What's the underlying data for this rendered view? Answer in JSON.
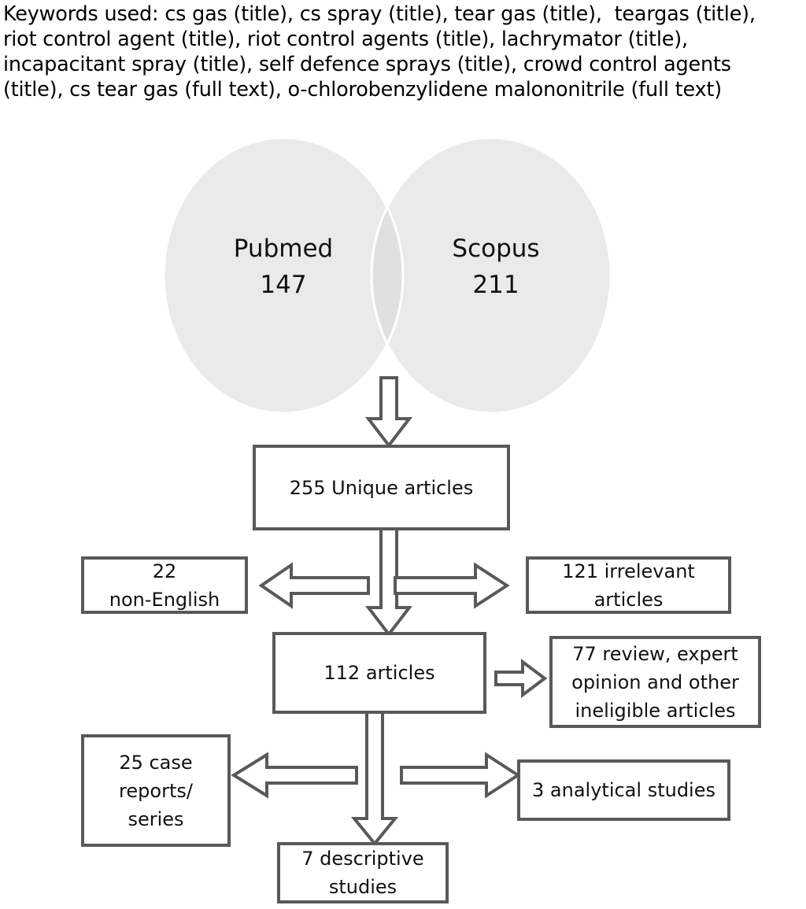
{
  "header": {
    "keywords_text": "Keywords used: cs gas (title), cs spray (title), tear gas (title),  teargas (title),\nriot control agent (title), riot control agents (title), lachrymator (title),\nincapacitant spray (title), self defence sprays (title), crowd control agents\n(title), cs tear gas (full text), o-chlorobenzylidene malononitrile (full text)"
  },
  "venn": {
    "left": {
      "name": "Pubmed",
      "count": "147",
      "label": "Pubmed\n147"
    },
    "right": {
      "name": "Scopus",
      "count": "211",
      "label": "Scopus\n211"
    },
    "circle_fill": "#eaeaea",
    "overlap_fill": "#e2e2e2",
    "separator_stroke": "#ffffff"
  },
  "flow": {
    "box_border_color": "#595959",
    "box_fill_color": "#ffffff",
    "arrow_stroke_color": "#595959",
    "arrow_fill_color": "#ffffff",
    "boxes": {
      "unique_articles": "255 Unique articles",
      "non_english": "22\nnon-English",
      "irrelevant": "121 irrelevant\narticles",
      "articles_112": "112 articles",
      "review_expert": "77 review, expert\nopinion and other\nineligible articles",
      "case_reports": "25 case\nreports/\nseries",
      "analytical": "3 analytical studies",
      "descriptive": "7 descriptive\nstudies"
    }
  },
  "chart_data": {
    "type": "diagram",
    "title": "Study selection flow diagram",
    "venn": {
      "sets": [
        {
          "name": "Pubmed",
          "value": 147
        },
        {
          "name": "Scopus",
          "value": 211
        }
      ],
      "union_unique": 255
    },
    "flow_nodes": [
      {
        "id": "unique",
        "label": "255 Unique articles",
        "value": 255
      },
      {
        "id": "non_english",
        "label": "22 non-English",
        "value": 22
      },
      {
        "id": "irrelevant",
        "label": "121 irrelevant articles",
        "value": 121
      },
      {
        "id": "included_112",
        "label": "112 articles",
        "value": 112
      },
      {
        "id": "review_expert",
        "label": "77 review, expert opinion and other ineligible articles",
        "value": 77
      },
      {
        "id": "case_reports",
        "label": "25 case reports/series",
        "value": 25
      },
      {
        "id": "analytical",
        "label": "3 analytical studies",
        "value": 3
      },
      {
        "id": "descriptive",
        "label": "7 descriptive studies",
        "value": 7
      }
    ],
    "flow_edges": [
      {
        "from": "venn",
        "to": "unique",
        "direction": "down"
      },
      {
        "from": "unique",
        "to": "non_english",
        "direction": "left"
      },
      {
        "from": "unique",
        "to": "irrelevant",
        "direction": "right"
      },
      {
        "from": "unique",
        "to": "included_112",
        "direction": "down"
      },
      {
        "from": "included_112",
        "to": "review_expert",
        "direction": "right"
      },
      {
        "from": "included_112",
        "to": "case_reports",
        "direction": "left"
      },
      {
        "from": "included_112",
        "to": "analytical",
        "direction": "right"
      },
      {
        "from": "included_112",
        "to": "descriptive",
        "direction": "down"
      }
    ]
  }
}
